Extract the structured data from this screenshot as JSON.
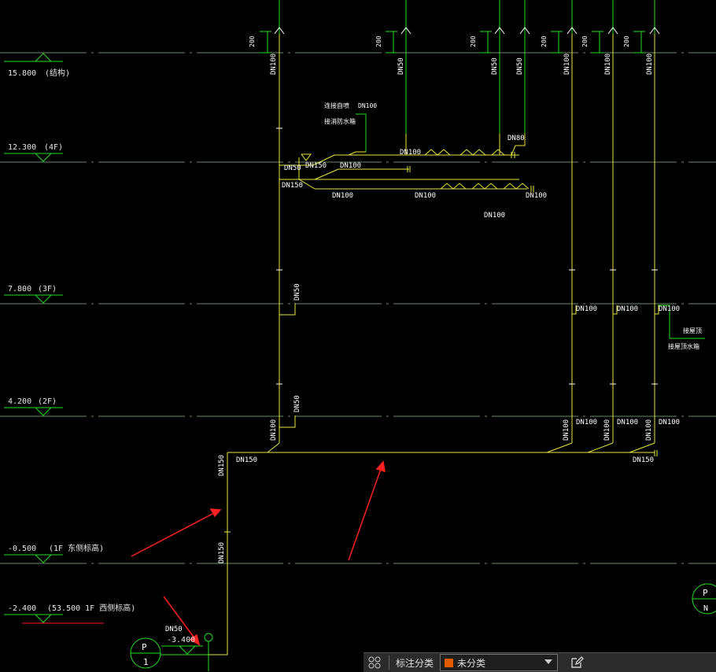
{
  "colors": {
    "background": "#000000",
    "floor_line": "#6e8a6e",
    "riser_green": "#22dd22",
    "pipe_yellow": "#e8e840",
    "annotation_red": "#ff2020",
    "swatch_orange": "#e35b00"
  },
  "levels": [
    {
      "elev": "15.800",
      "note": "(结构)"
    },
    {
      "elev": "12.300",
      "note": "(4F)"
    },
    {
      "elev": "7.800",
      "note": "(3F)"
    },
    {
      "elev": "4.200",
      "note": "(2F)"
    },
    {
      "elev": "-0.500",
      "note": "(1F 东侧标高)"
    },
    {
      "elev": "-2.400",
      "note": "(53.500    1F 西侧标高)"
    }
  ],
  "pipe_sizes": {
    "dn50": "DN50",
    "dn80": "DN80",
    "dn100": "DN100",
    "dn150": "DN150",
    "v200": "200"
  },
  "small_labels": {
    "top_block": "DN100",
    "left_block_a": "连接自喷",
    "left_block_b": "接消防水箱",
    "right_block_a": "接屋顶",
    "right_block_b": "接屋顶水箱"
  },
  "bottom": {
    "dn_label": "DN50",
    "elev_label": "-3.400",
    "riser_tag_top": "P",
    "riser_tag_bottom": "1",
    "right_tag_top": "P",
    "right_tag_bottom": "N",
    "valve_glyph": "O"
  },
  "statusbar": {
    "caption": "标注分类",
    "selected": "未分类"
  }
}
